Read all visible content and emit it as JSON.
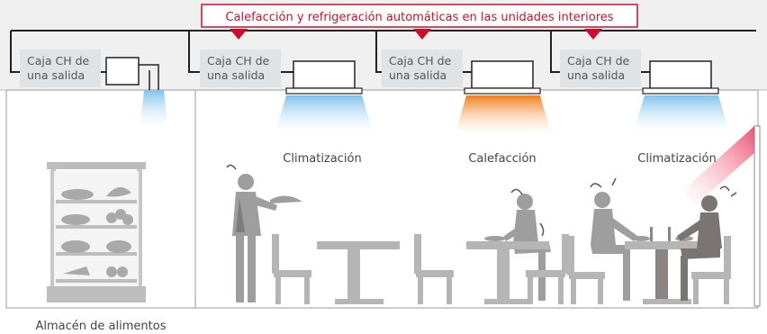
{
  "banner": {
    "text": "Calefacción y refrigeración automáticas en las unidades interiores",
    "color": "#c8102e"
  },
  "ch_boxes": [
    {
      "line1": "Caja CH de",
      "line2": "una salida"
    },
    {
      "line1": "Caja CH de",
      "line2": "una salida"
    },
    {
      "line1": "Caja CH de",
      "line2": "una salida"
    },
    {
      "line1": "Caja CH de",
      "line2": "una salida"
    }
  ],
  "modes": [
    {
      "label": "Climatización",
      "type": "cooling"
    },
    {
      "label": "Calefacción",
      "type": "heating"
    },
    {
      "label": "Climatización",
      "type": "cooling"
    }
  ],
  "storage_label": "Almacén de alimentos",
  "colors": {
    "cool": "#8ec9ee",
    "heat": "#f08a2b",
    "people": "#9e9e9e",
    "people_dark": "#6f6a68",
    "furniture": "#b5b5b5",
    "ceiling": "#eeeeee",
    "ch_box": "#dfe3e6",
    "pipe": "#222222"
  }
}
